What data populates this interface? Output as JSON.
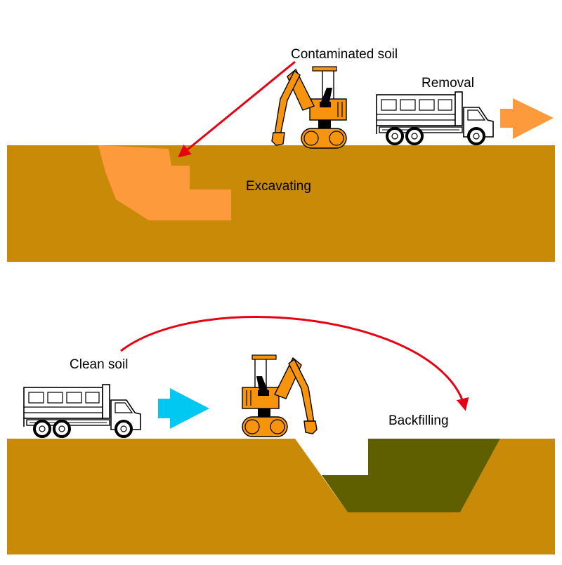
{
  "labels": {
    "contaminated_soil": "Contaminated  soil",
    "removal": "Removal",
    "excavating": "Excavating",
    "clean_soil": "Clean soil",
    "backfilling": "Backfilling"
  },
  "colors": {
    "ground": "#c98b07",
    "contaminated": "#fd9a3c",
    "clean_fill": "#605f00",
    "excavator": "#f7940d",
    "arrow_red": "#e60012",
    "removal_arrow": "#fd9a3c",
    "supply_arrow": "#00c8f0",
    "truck_outline": "#000000"
  },
  "icons": {
    "excavator": "excavator-icon",
    "truck": "dump-truck-icon"
  }
}
